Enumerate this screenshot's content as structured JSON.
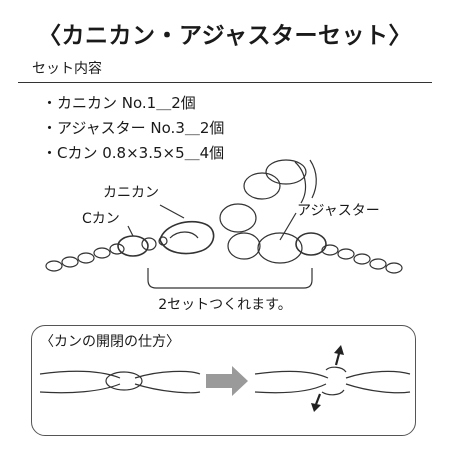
{
  "title": "〈カニカン・アジャスターセット〉",
  "section_label": "セット内容",
  "items": [
    "・カニカン No.1＿2個",
    "・アジャスター No.3＿2個",
    "・Cカン 0.8×3.5×5＿4個"
  ],
  "labels": {
    "kanikan": "カニカン",
    "ckan": "Cカン",
    "adjuster": "アジャスター",
    "sets": "2セットつくれます。"
  },
  "how_to": {
    "title": "〈カンの開閉の仕方〉"
  },
  "colors": {
    "line": "#333333",
    "arrow": "#9a9a9a"
  }
}
